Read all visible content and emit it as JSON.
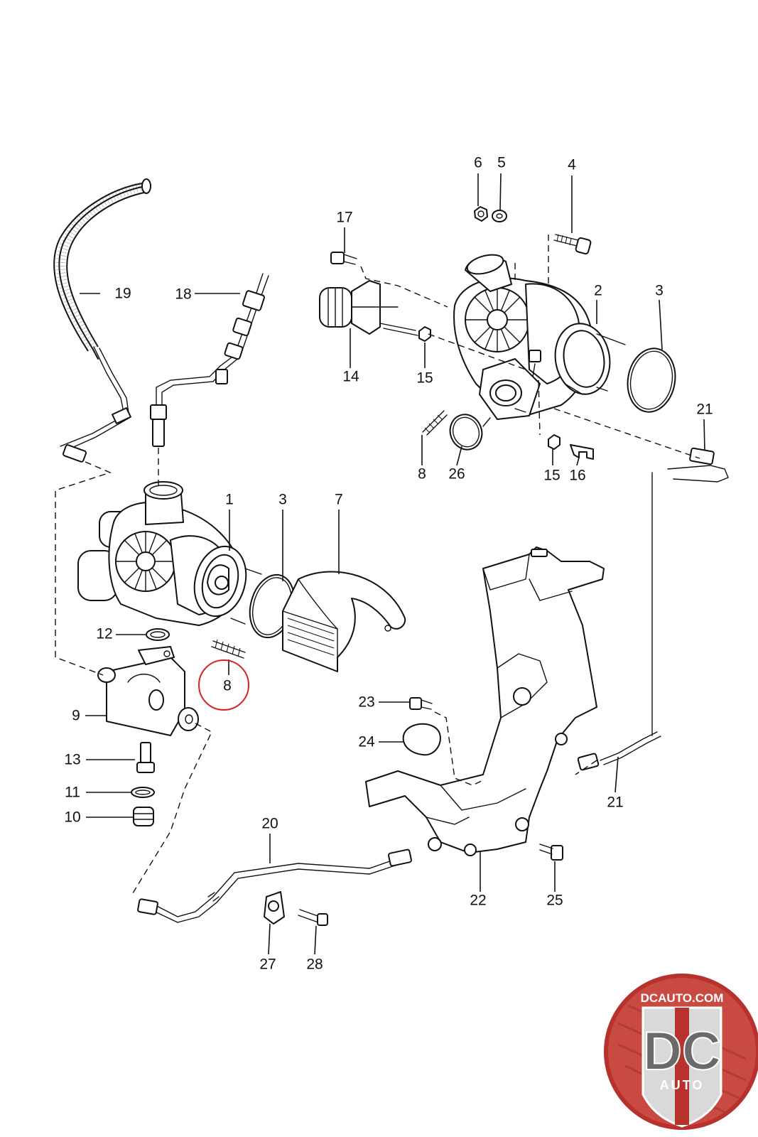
{
  "diagram": {
    "callouts": {
      "c1": "1",
      "c2": "2",
      "c3a": "3",
      "c3b": "3",
      "c4": "4",
      "c5": "5",
      "c6": "6",
      "c7": "7",
      "c8a": "8",
      "c8b": "8",
      "c9": "9",
      "c10": "10",
      "c11": "11",
      "c12": "12",
      "c13": "13",
      "c14": "14",
      "c15a": "15",
      "c15b": "15",
      "c16": "16",
      "c17": "17",
      "c18": "18",
      "c19": "19",
      "c20": "20",
      "c21a": "21",
      "c21b": "21",
      "c22": "22",
      "c23": "23",
      "c24": "24",
      "c25": "25",
      "c26": "26",
      "c27": "27",
      "c28": "28"
    },
    "highlight": {
      "part": "8",
      "color": "#d62424"
    }
  },
  "logo": {
    "brand_text": "DCAUTO.COM",
    "mark": "DC",
    "sub": "AUTO",
    "colors": {
      "ring": "#b8322d",
      "shield": "#e0e0e0",
      "inner": "#9a2a25"
    }
  }
}
